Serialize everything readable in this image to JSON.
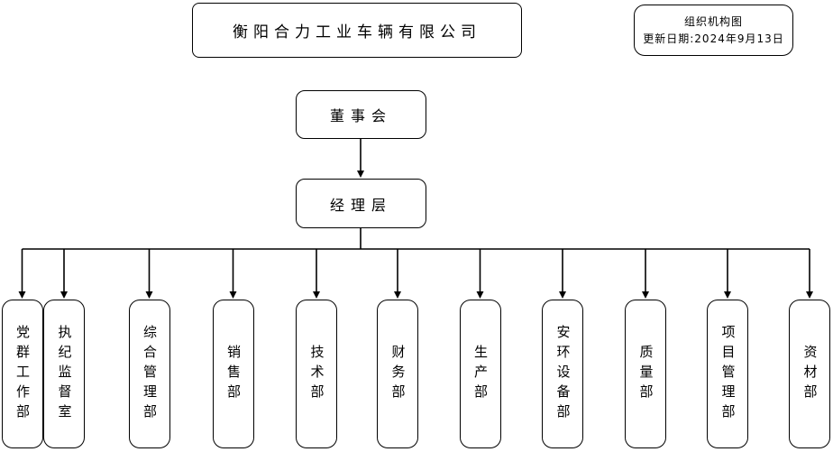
{
  "colors": {
    "background": "#ffffff",
    "line": "#000000",
    "text": "#000000",
    "box_fill": "#ffffff"
  },
  "header": {
    "company_title": "衡阳合力工业车辆有限公司",
    "info_box": {
      "line1": "组织机构图",
      "line2": "更新日期:2024年9月13日"
    }
  },
  "hierarchy": {
    "board": {
      "label": "董事会"
    },
    "management": {
      "label": "经理层"
    }
  },
  "departments": [
    {
      "label": "党群工作部"
    },
    {
      "label": "执纪监督室"
    },
    {
      "label": "综合管理部"
    },
    {
      "label": "销售部"
    },
    {
      "label": "技术部"
    },
    {
      "label": "财务部"
    },
    {
      "label": "生产部"
    },
    {
      "label": "安环设备部"
    },
    {
      "label": "质量部"
    },
    {
      "label": "项目管理部"
    },
    {
      "label": "资材部"
    }
  ]
}
